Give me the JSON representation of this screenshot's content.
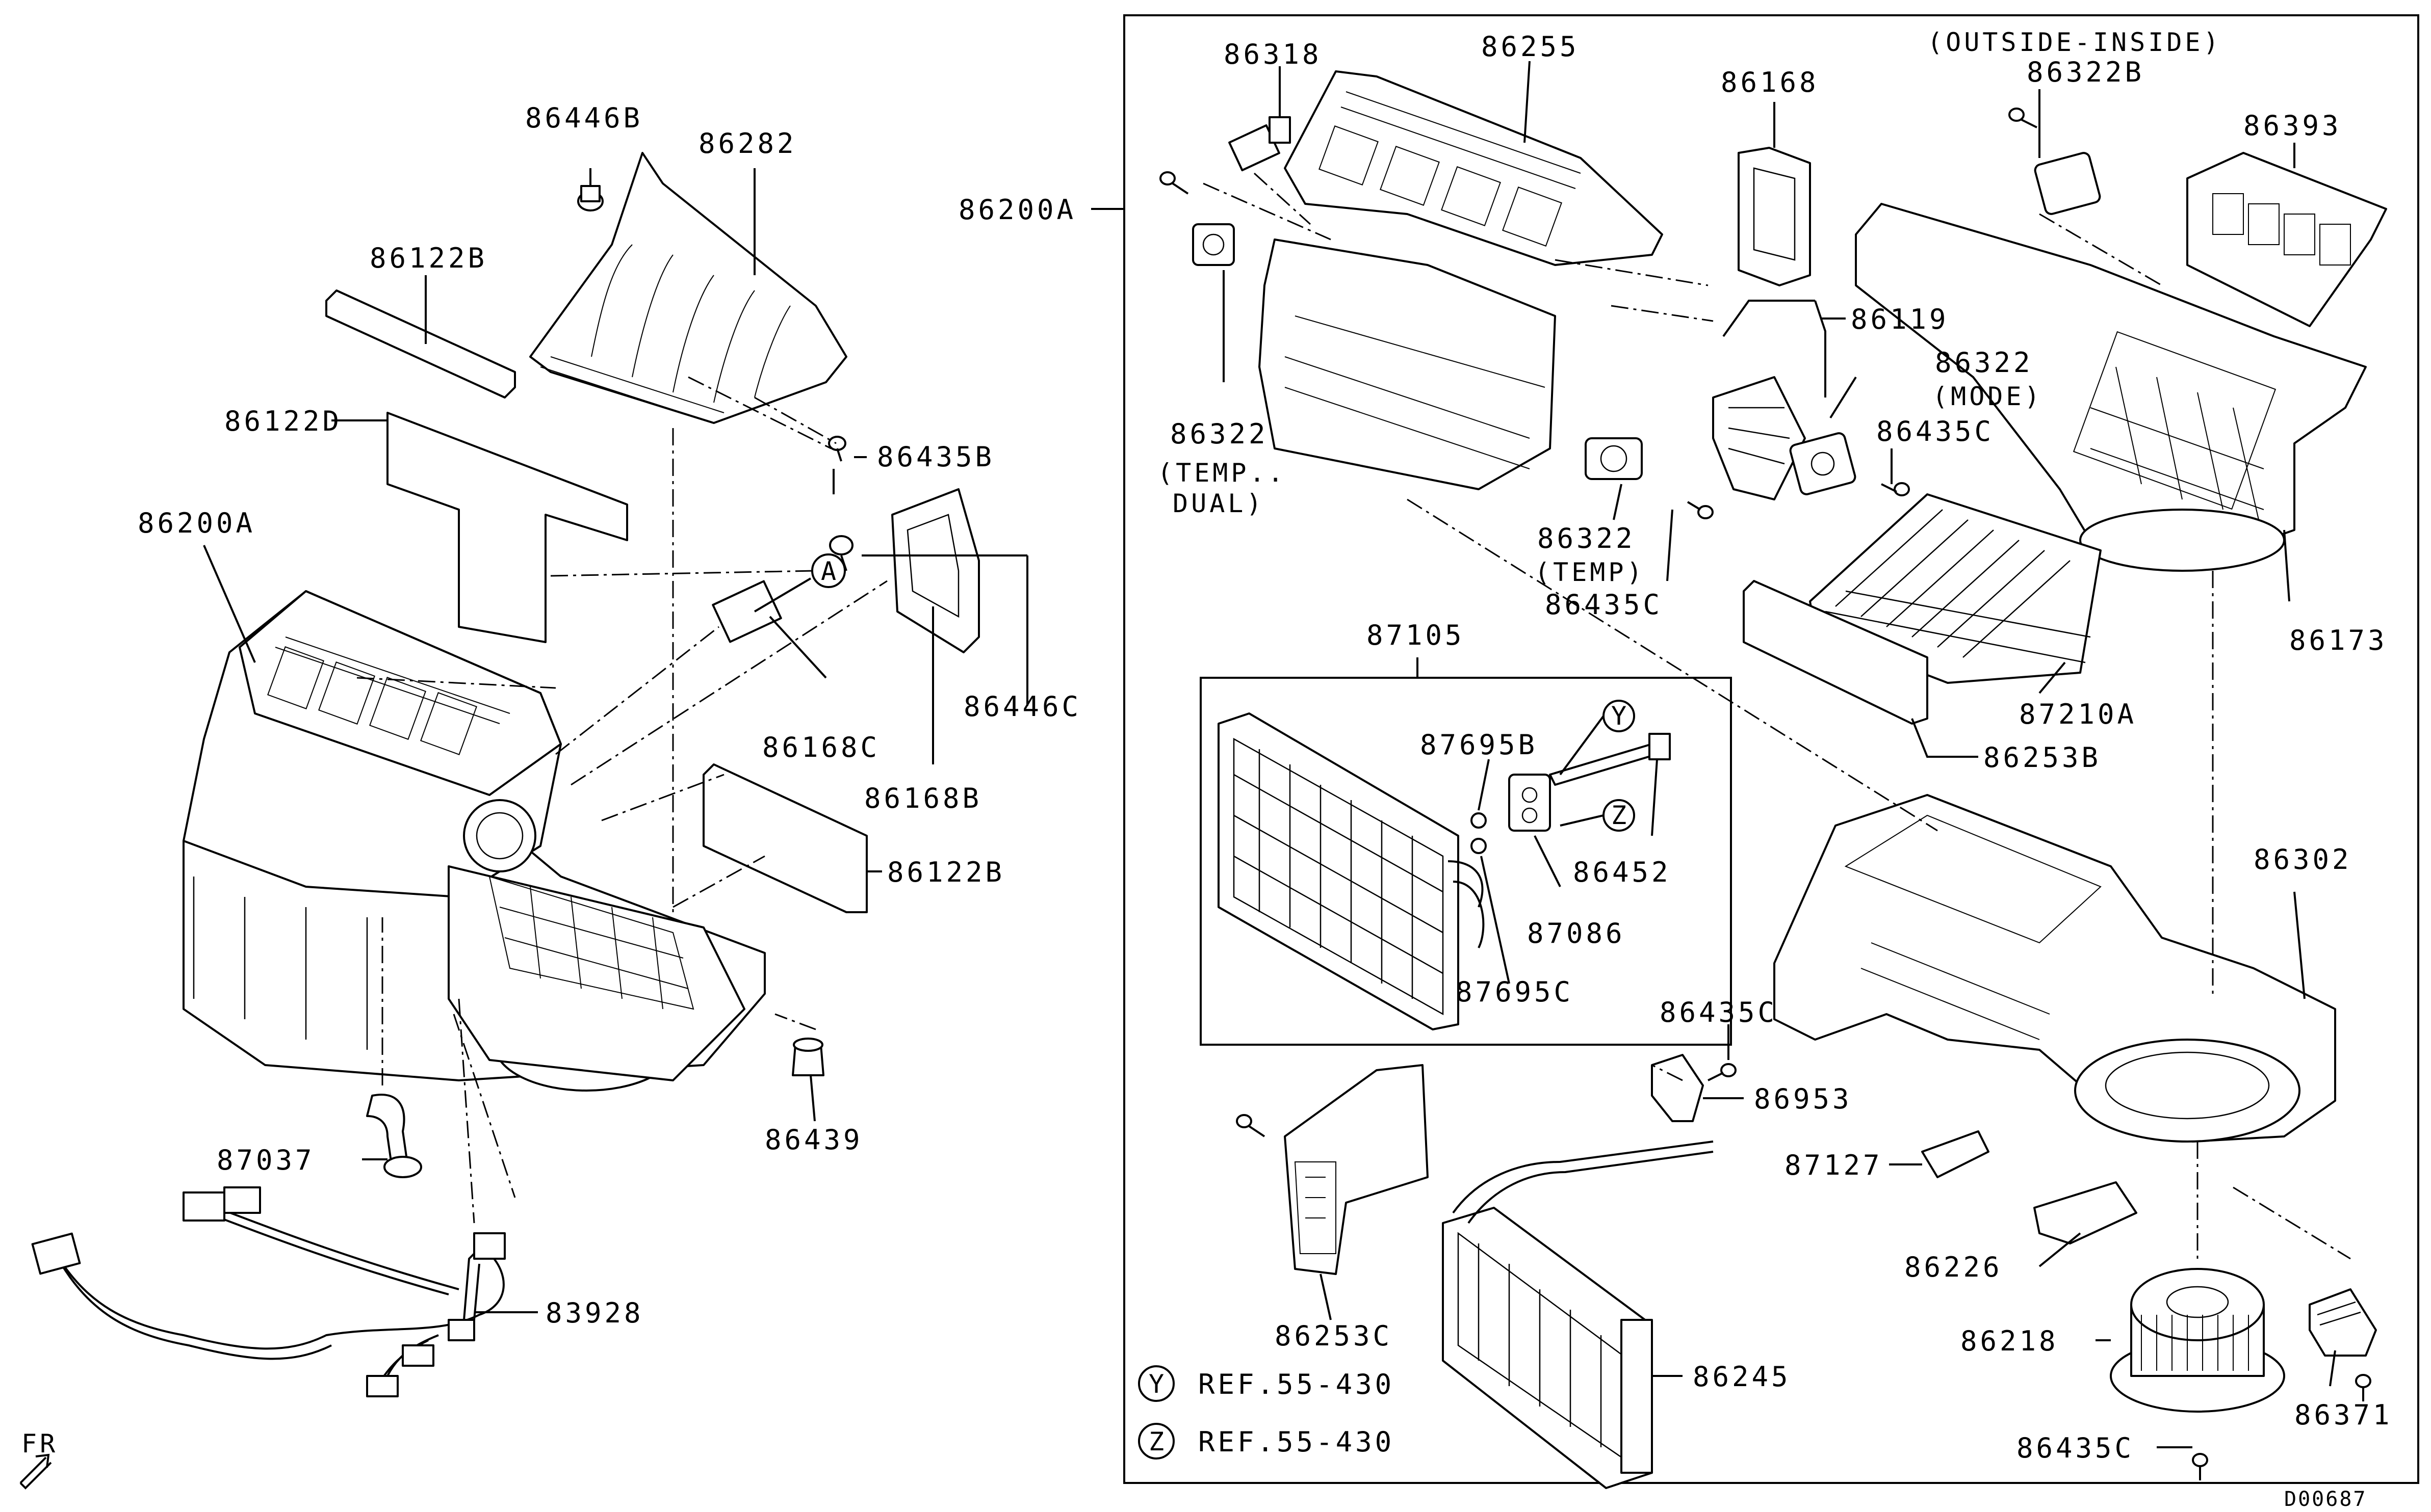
{
  "labels": {
    "p86446B": "86446B",
    "p86282": "86282",
    "p86122B_top": "86122B",
    "p86122D": "86122D",
    "p86200A_left": "86200A",
    "p86435B": "86435B",
    "pA": "A",
    "p86168C": "86168C",
    "p86168B": "86168B",
    "p86446C": "86446C",
    "p86122B_bot": "86122B",
    "p86439": "86439",
    "p87037": "87037",
    "p83928": "83928",
    "fr": "FR",
    "p86200A_box": "86200A",
    "p86318": "86318",
    "p86255": "86255",
    "p86168": "86168",
    "outside_inside": "(OUTSIDE-INSIDE)",
    "p86322B": "86322B",
    "p86393": "86393",
    "p86119": "86119",
    "p86322_temp_dual": "86322",
    "temp_dual_1": "(TEMP..",
    "temp_dual_2": "DUAL)",
    "p86322_mode": "86322",
    "mode": "(MODE)",
    "p86435C_a": "86435C",
    "p86322_temp": "86322",
    "temp": "(TEMP)",
    "p86435C_b": "86435C",
    "p86173": "86173",
    "p87105": "87105",
    "p87695B": "87695B",
    "pY": "Y",
    "pZ": "Z",
    "p86452": "86452",
    "p87086": "87086",
    "p87695C": "87695C",
    "p87210A": "87210A",
    "p86253B": "86253B",
    "p86302": "86302",
    "p86435C_c": "86435C",
    "p86953": "86953",
    "p87127": "87127",
    "p86226": "86226",
    "p86218": "86218",
    "p86253C": "86253C",
    "p86245": "86245",
    "p86371": "86371",
    "p86435C_d": "86435C",
    "refY_key": "Y",
    "refY": "REF.55-430",
    "refZ_key": "Z",
    "refZ": "REF.55-430",
    "drawing_code": "D00687"
  },
  "icons": [
    "screw-icon",
    "clip-icon",
    "fr-arrow-icon"
  ]
}
